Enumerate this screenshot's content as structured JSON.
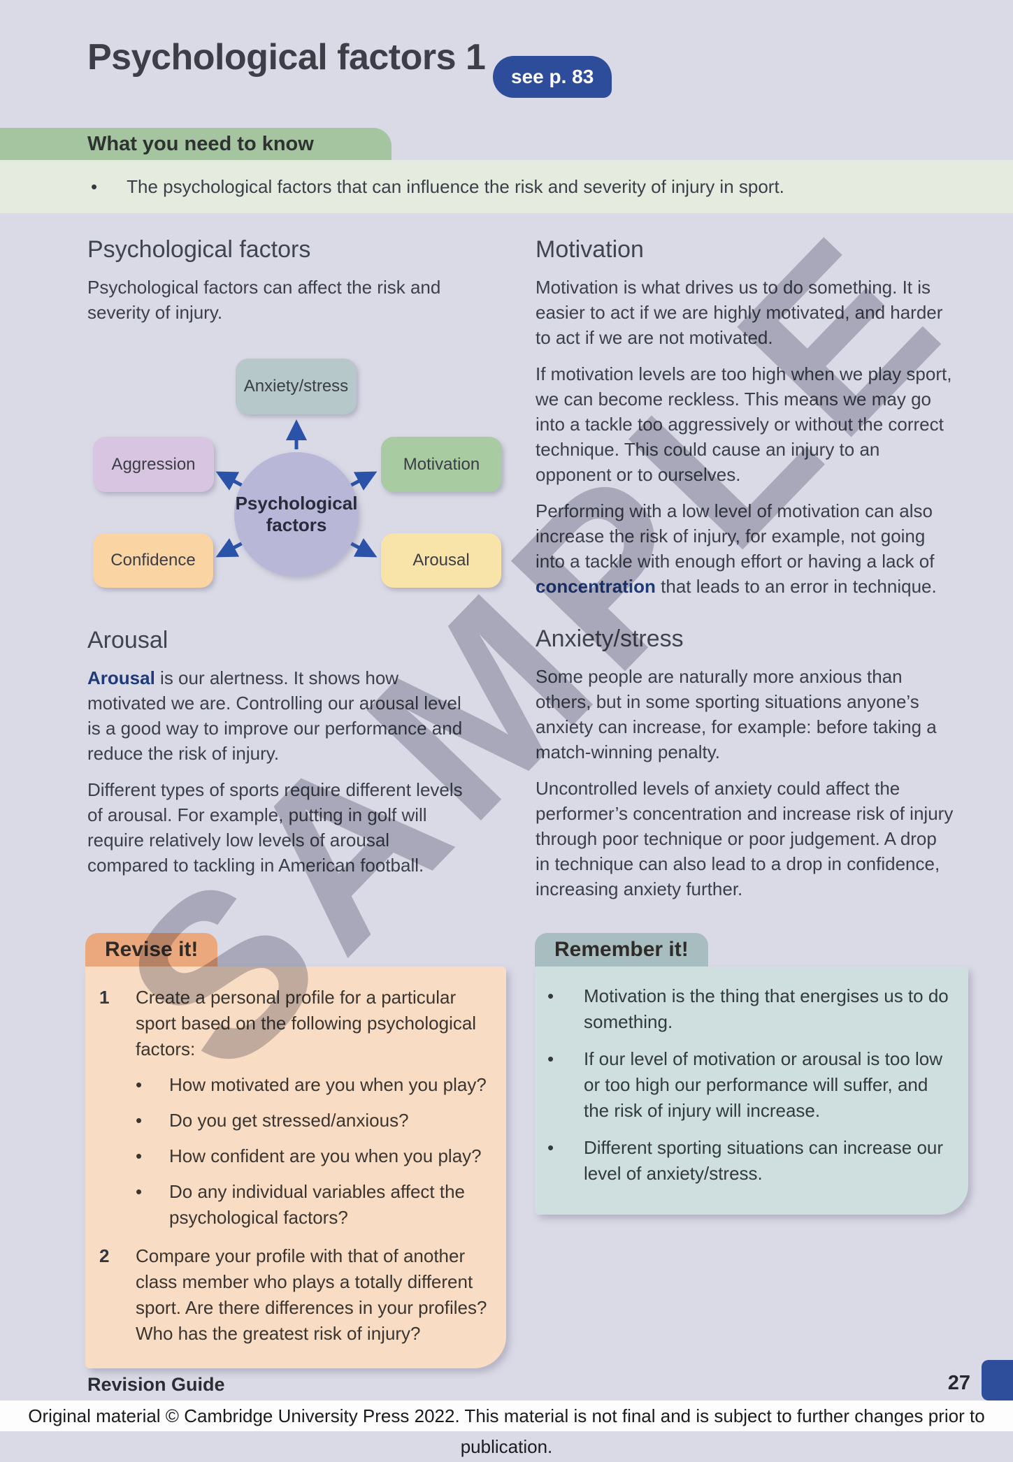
{
  "page": {
    "title": "Psychological factors 1",
    "badge": "see p. 83",
    "watermark": "SAMPLE"
  },
  "wyntk": {
    "heading": "What you need to know",
    "bullet": "The psychological factors that can influence the risk and severity of injury in sport."
  },
  "sections": {
    "psych": {
      "heading": "Psychological factors",
      "p1": "Psychological factors can affect the risk and severity of injury."
    },
    "motivation": {
      "heading": "Motivation",
      "p1": "Motivation is what drives us to do something. It is easier to act if we are highly motivated, and harder to act if we are not motivated.",
      "p2": "If motivation levels are too high when we play sport, we can become reckless. This means we may go into a tackle too aggressively or without the correct technique. This could cause an injury to an opponent or to ourselves.",
      "p3_pre": "Performing with a low level of motivation can also increase the risk of injury, for example, not going into a tackle with enough effort or having a lack of ",
      "p3_term": "concentration",
      "p3_post": " that leads to an error in technique."
    },
    "arousal": {
      "heading": "Arousal",
      "p1_term": "Arousal",
      "p1_post": " is our alertness. It shows how motivated we are. Controlling our arousal level is a good way to improve our performance and reduce the risk of injury.",
      "p2": "Different types of sports require different levels of arousal. For example, putting in golf will require relatively low levels of arousal compared to tackling in American football."
    },
    "anxiety": {
      "heading": "Anxiety/stress",
      "p1": "Some people are naturally more anxious than others, but in some sporting situations anyone’s anxiety can increase, for example: before taking a match-winning penalty.",
      "p2": "Uncontrolled levels of anxiety could affect the performer’s concentration and increase risk of injury through poor technique or poor judgement. A drop in technique can also lead to a drop in confidence, increasing anxiety further."
    }
  },
  "diagram": {
    "center_line1": "Psychological",
    "center_line2": "factors",
    "nodes": [
      {
        "label": "Anxiety/stress",
        "color": "#b7c8ca"
      },
      {
        "label": "Aggression",
        "color": "#d8c5e2"
      },
      {
        "label": "Motivation",
        "color": "#a8cba2"
      },
      {
        "label": "Confidence",
        "color": "#fad4a2"
      },
      {
        "label": "Arousal",
        "color": "#f8e3a9"
      }
    ],
    "arrow_color": "#2a52a8",
    "hub_color": "#b8b7d8"
  },
  "revise": {
    "tab": "Revise it!",
    "item1_num": "1",
    "item1": "Create a personal profile for a particular sport based on the following psychological factors:",
    "bullets": [
      "How motivated are you when you play?",
      "Do you get stressed/anxious?",
      "How confident are you when you play?",
      "Do any individual variables affect the psychological factors?"
    ],
    "item2_num": "2",
    "item2": "Compare your profile with that of another class member who plays a totally different sport. Are there differences in your profiles? Who has the greatest risk of injury?"
  },
  "remember": {
    "tab": "Remember it!",
    "bullets": [
      "Motivation is the thing that energises us to do something.",
      "If our level of motivation or arousal is too low or too high our performance will suffer, and the risk of injury will increase.",
      "Different sporting situations can increase our level of anxiety/stress."
    ]
  },
  "footer": {
    "guide": "Revision Guide",
    "page_number": "27"
  },
  "copyright": "Original material © Cambridge University Press 2022. This material is not final and is subject to further changes prior to publication.",
  "colors": {
    "page_bg": "#dadae7",
    "wyntk_tab": "#a5c5a0",
    "wyntk_band": "#e5ecdf",
    "badge_bg": "#2d4d9a",
    "revise_tab": "#eba87d",
    "revise_body": "#f8dcc3",
    "remember_tab": "#a7bdbf",
    "remember_body": "#cfdfdf",
    "term_text": "#1e3a78",
    "footer_tab": "#2e4e9b"
  }
}
